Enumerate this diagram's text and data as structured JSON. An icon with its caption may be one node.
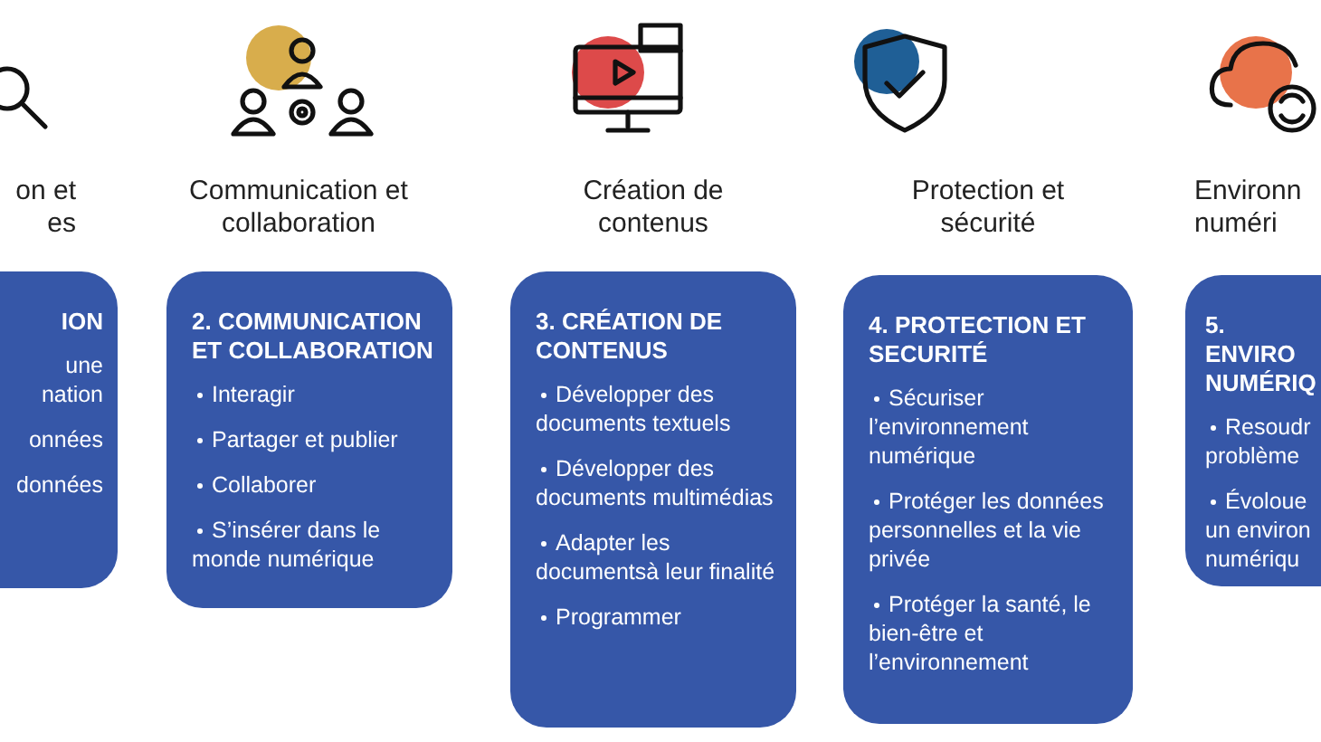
{
  "diagram": {
    "nodes": [
      {
        "text": [
          "on et es",
          "ION",
          "une nation",
          "onnées",
          "données"
        ]
      },
      {
        "text": [
          "Communication et collaboration",
          "2. COMMUNICATION ET COLLABORATION",
          "Interagir",
          "Partager et publier",
          "Collaborer",
          "S’insérer dans le monde numérique"
        ]
      },
      {
        "text": [
          "Création de contenus",
          "3. CRÉATION DE CONTENUS",
          "Développer des documents textuels",
          "Développer des documents multimédias",
          "Adapter les documentsà leur finalité",
          "Programmer"
        ]
      },
      {
        "text": [
          "Protection et sécurité",
          "4. PROTECTION ET SECURITÉ",
          "Sécuriser l’environnement numérique",
          "Protéger les données personnelles et la vie privée",
          "Protéger la santé, le bien-être et l’environnement"
        ]
      },
      {
        "text": [
          "Environn numéri",
          "5. ENVIRO NUMÉRIQ",
          "Resoudr problème",
          "Évoloue un environ numériqu"
        ]
      }
    ]
  }
}
